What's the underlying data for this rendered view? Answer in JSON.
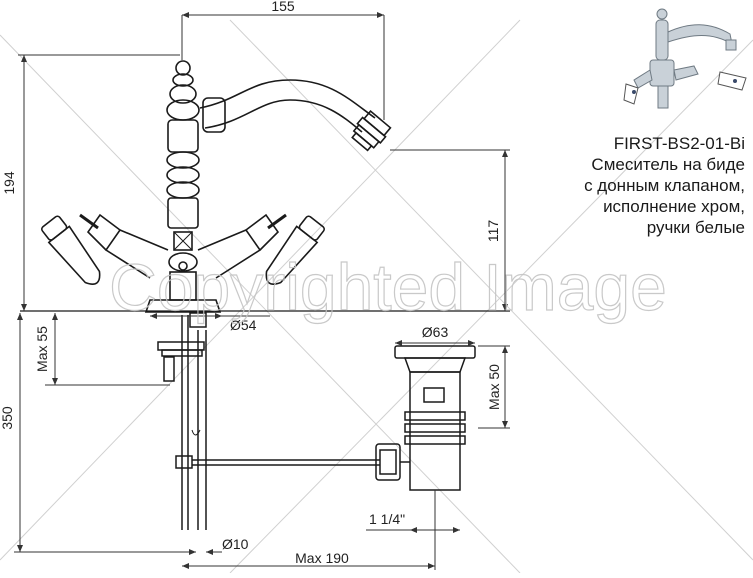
{
  "product": {
    "code": "FIRST-BS2-01-Bi",
    "description_lines": [
      "Смеситель на биде",
      "с донным клапаном,",
      "исполнение хром,",
      "ручки белые"
    ]
  },
  "dimensions": {
    "spout_reach": "155",
    "total_height": "194",
    "spout_height": "117",
    "max_thickness": "Max 55",
    "base_diameter": "Ø54",
    "below_deck": "350",
    "waste_diameter": "Ø63",
    "waste_max": "Max 50",
    "thread": "1 1/4\"",
    "rod_diameter": "Ø10",
    "max_distance": "Max 190"
  },
  "watermark": "Copyrighted Image",
  "colors": {
    "line": "#1a1a1a",
    "dim_line": "#333333",
    "watermark": "#c8c8c8",
    "chrome": "#b9c3cc"
  }
}
